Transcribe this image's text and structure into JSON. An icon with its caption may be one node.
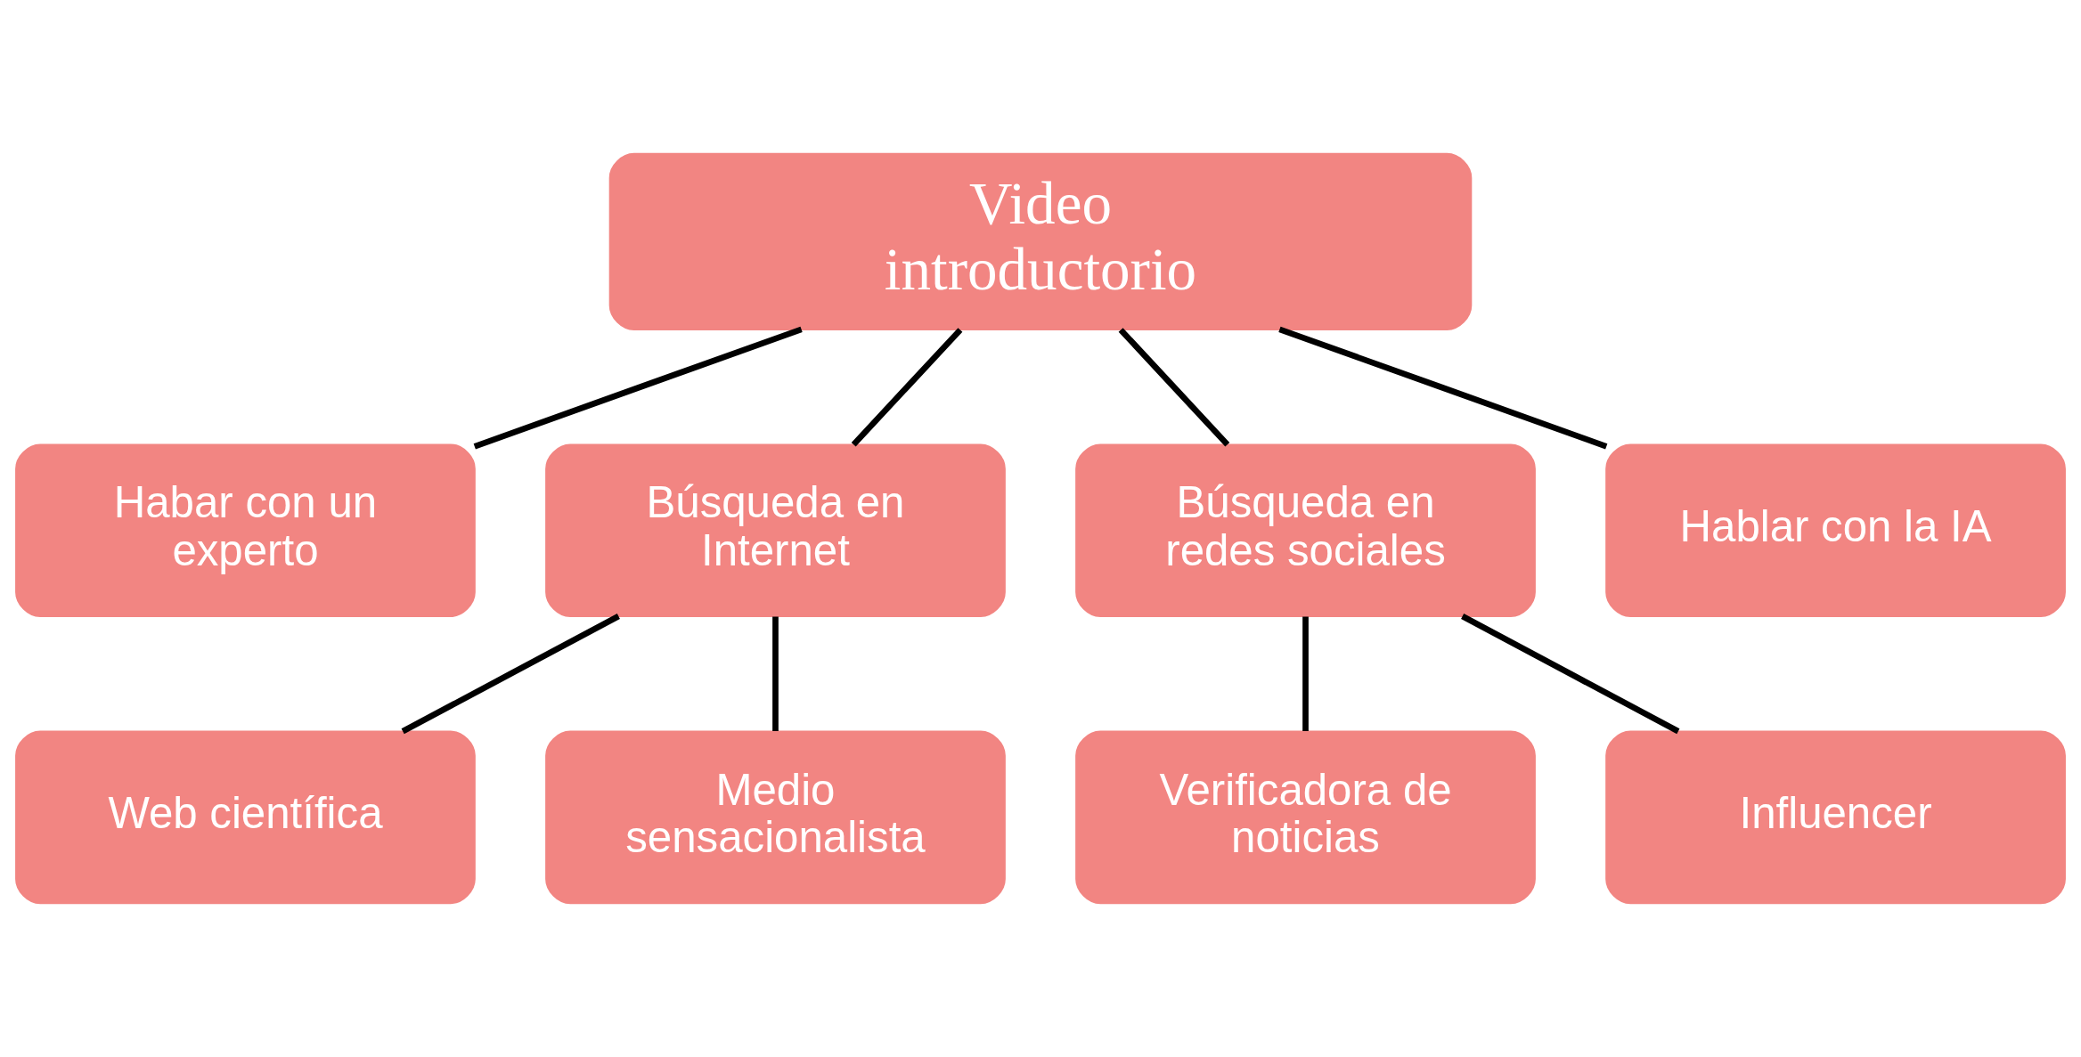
{
  "diagram": {
    "nodes": [
      {
        "text": [
          "Video introductorio"
        ]
      },
      {
        "text": [
          "Habar con un experto"
        ]
      },
      {
        "text": [
          "Búsqueda en Internet"
        ]
      },
      {
        "text": [
          "Búsqueda en redes sociales"
        ]
      },
      {
        "text": [
          "Hablar con la IA"
        ]
      },
      {
        "text": [
          "Web científica"
        ]
      },
      {
        "text": [
          "Medio sensacionalista"
        ]
      },
      {
        "text": [
          "Verificadora de noticias"
        ]
      },
      {
        "text": [
          "Influencer"
        ]
      }
    ],
    "edges": [
      {
        "from": 0,
        "to": 1,
        "arrow": "none"
      },
      {
        "from": 0,
        "to": 2,
        "arrow": "none"
      },
      {
        "from": 0,
        "to": 3,
        "arrow": "none"
      },
      {
        "from": 0,
        "to": 4,
        "arrow": "none"
      },
      {
        "from": 2,
        "to": 5,
        "arrow": "none"
      },
      {
        "from": 2,
        "to": 6,
        "arrow": "none"
      },
      {
        "from": 3,
        "to": 7,
        "arrow": "none"
      },
      {
        "from": 3,
        "to": 8,
        "arrow": "none"
      }
    ]
  }
}
